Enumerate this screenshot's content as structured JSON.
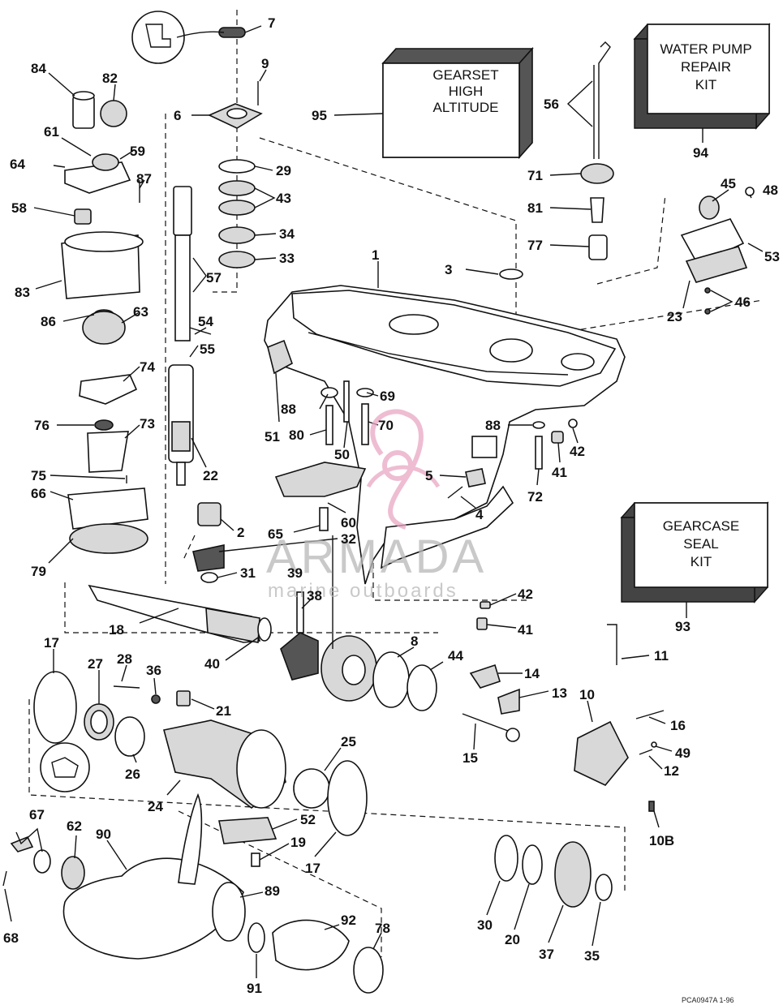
{
  "kits": {
    "gearset": [
      "GEARSET",
      "HIGH",
      "ALTITUDE"
    ],
    "water_pump": [
      "WATER PUMP",
      "REPAIR",
      "KIT"
    ],
    "gearcase_seal": [
      "GEARCASE",
      "SEAL",
      "KIT"
    ]
  },
  "callouts": {
    "c7": "7",
    "c9": "9",
    "c6": "6",
    "c84": "84",
    "c82": "82",
    "c61": "61",
    "c59": "59",
    "c64": "64",
    "c87": "87",
    "c58": "58",
    "c83": "83",
    "c86": "86",
    "c63": "63",
    "c74": "74",
    "c76": "76",
    "c73": "73",
    "c75": "75",
    "c66": "66",
    "c79": "79",
    "c29": "29",
    "c43": "43",
    "c34": "34",
    "c33": "33",
    "c57": "57",
    "c54": "54",
    "c55": "55",
    "c22": "22",
    "c2": "2",
    "c32": "32",
    "c31": "31",
    "c95": "95",
    "c56": "56",
    "c71": "71",
    "c81": "81",
    "c77": "77",
    "c94": "94",
    "c45": "45",
    "c48": "48",
    "c53": "53",
    "c23": "23",
    "c46": "46",
    "c1": "1",
    "c3": "3",
    "c88a": "88",
    "c69": "69",
    "c70": "70",
    "c80": "80",
    "c50": "50",
    "c51": "51",
    "c88b": "88",
    "c42a": "42",
    "c41a": "41",
    "c72": "72",
    "c5": "5",
    "c4": "4",
    "c60": "60",
    "c65": "65",
    "c39": "39",
    "c42b": "42",
    "c41b": "41",
    "c93": "93",
    "c18": "18",
    "c38": "38",
    "c40": "40",
    "c8": "8",
    "c44": "44",
    "c14": "14",
    "c13": "13",
    "c11": "11",
    "c10": "10",
    "c16": "16",
    "c49": "49",
    "c12": "12",
    "c15": "15",
    "c10b": "10B",
    "c17a": "17",
    "c27": "27",
    "c28": "28",
    "c36": "36",
    "c21": "21",
    "c26": "26",
    "c24": "24",
    "c25": "25",
    "c52": "52",
    "c19": "19",
    "c17b": "17",
    "c67": "67",
    "c62": "62",
    "c90": "90",
    "c89": "89",
    "c68": "68",
    "c91": "91",
    "c92": "92",
    "c78": "78",
    "c30": "30",
    "c20": "20",
    "c37": "37",
    "c35": "35"
  },
  "watermark": {
    "brand": "ARMADA",
    "tagline": "marine outboards"
  },
  "figure_code": "PCA0947A   1-96",
  "colors": {
    "ink": "#111111",
    "watermark_gray": "#b8b8b8",
    "watermark_pink": "#e9a7c4"
  }
}
